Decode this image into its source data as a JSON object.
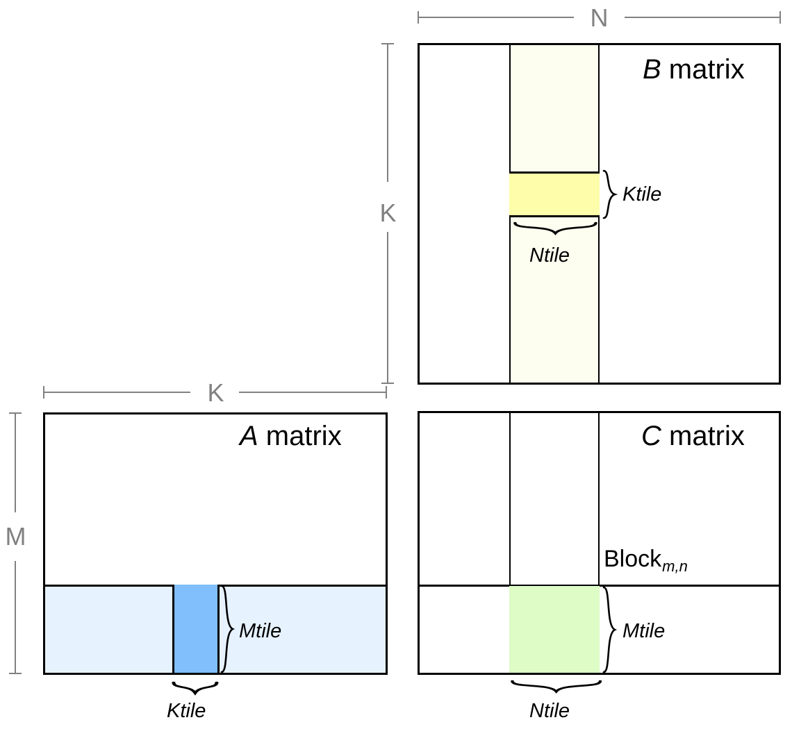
{
  "figure": {
    "kind": "matrix-multiplication-tiling-diagram",
    "background_color": "#ffffff"
  },
  "colors": {
    "outline": "#000000",
    "dimension_line": "#808080",
    "dimension_text": "#808080",
    "a_row_band": "#e6f2fe",
    "a_tile": "#80bffb",
    "b_column_band": "#fefef0",
    "b_tile": "#fdfdaa",
    "c_tile": "#ddfcc6"
  },
  "matrices": {
    "a": {
      "title_var": "A",
      "title_word": " matrix",
      "row_dim_label": "M",
      "col_dim_label": "K",
      "tile_width_label": "Ktile",
      "tile_height_label": "Mtile"
    },
    "b": {
      "title_var": "B",
      "title_word": " matrix",
      "col_dim_label": "N",
      "row_dim_label": "K",
      "tile_height_label": "Ktile",
      "tile_width_label": "Ntile"
    },
    "c": {
      "title_var": "C",
      "title_word": " matrix",
      "block_label_text": "Block",
      "block_label_subscript": "m,n",
      "tile_height_label": "Mtile",
      "tile_width_label": "Ntile"
    }
  }
}
